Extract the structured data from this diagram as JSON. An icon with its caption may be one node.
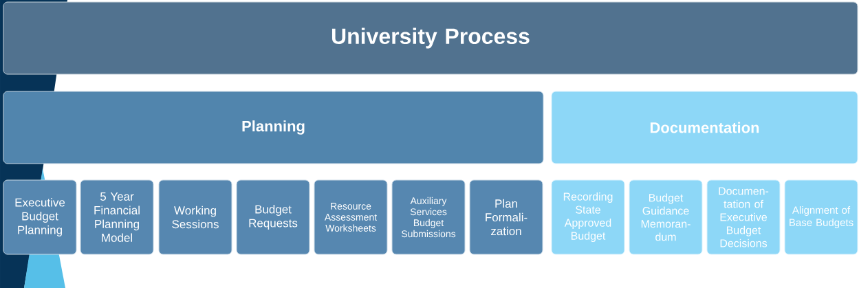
{
  "diagram": {
    "nodes": [
      {
        "text": [
          "University Process"
        ]
      },
      {
        "text": [
          "Planning"
        ]
      },
      {
        "text": [
          "Documentation"
        ]
      },
      {
        "text": [
          "Executive Budget Planning"
        ]
      },
      {
        "text": [
          "5 Year Financial Planning Model"
        ]
      },
      {
        "text": [
          "Working Sessions"
        ]
      },
      {
        "text": [
          "Budget Requests"
        ]
      },
      {
        "text": [
          "Resource Assessment Worksheets"
        ]
      },
      {
        "text": [
          "Auxiliary Services Budget Submissions"
        ]
      },
      {
        "text": [
          "Plan Formali-zation"
        ]
      },
      {
        "text": [
          "Recording State Approved Budget"
        ]
      },
      {
        "text": [
          "Budget Guidance Memoran-dum"
        ]
      },
      {
        "text": [
          "Documen-tation of Executive Budget Decisions"
        ]
      },
      {
        "text": [
          "Alignment of Base Budgets"
        ]
      }
    ]
  }
}
